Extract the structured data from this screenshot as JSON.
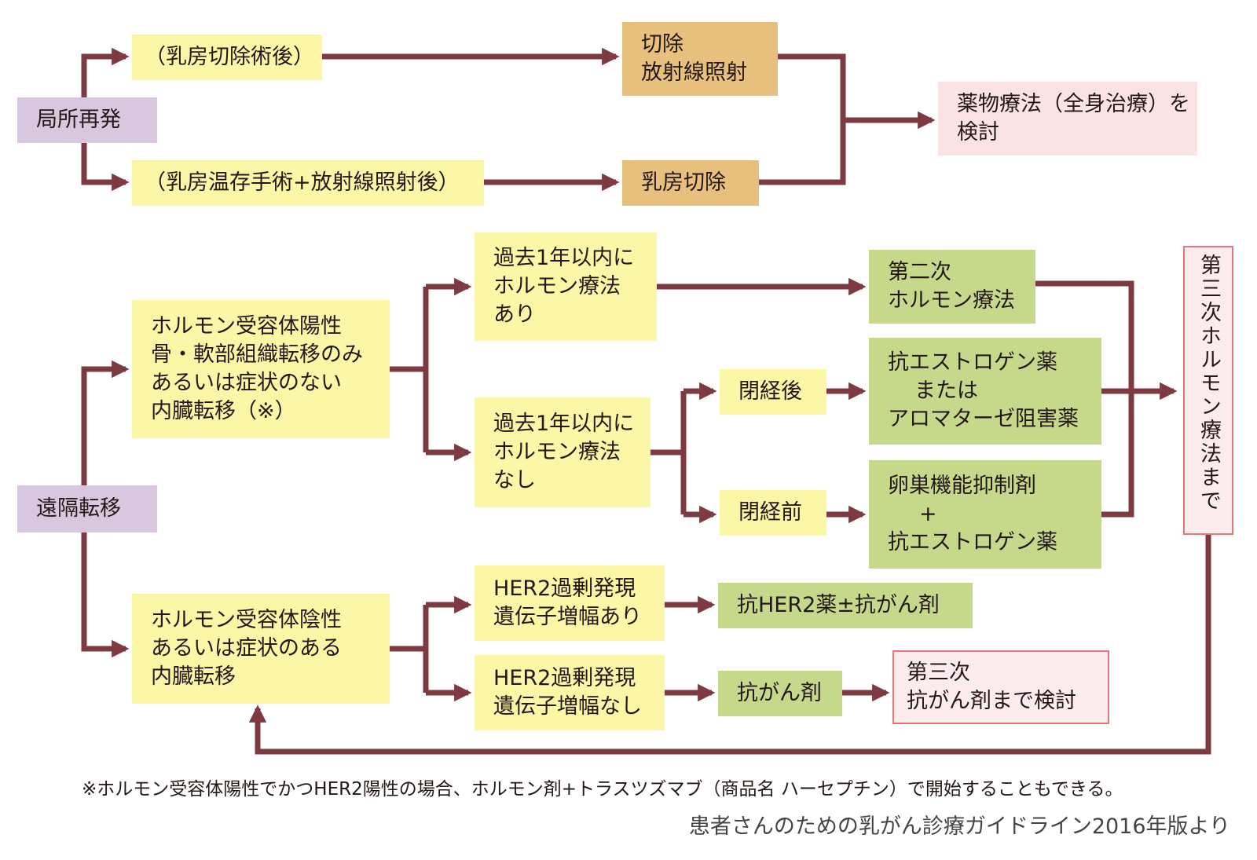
{
  "colors": {
    "connector": "#7d3a40",
    "purple": "#d9c7df",
    "yellow": "#fbf7a6",
    "orange": "#e8c07e",
    "pink": "#fbe2e3",
    "green": "#c6d98a",
    "red_border": "#e3777b"
  },
  "local": {
    "title": "局所再発",
    "after_mastectomy": "（乳房切除術後）",
    "after_conserving": "（乳房温存手術+放射線照射後）",
    "resection_lines": [
      "切除",
      "放射線照射"
    ],
    "mastectomy": "乳房切除",
    "drug_therapy_lines": [
      "薬物療法（全身治療）を",
      "検討"
    ]
  },
  "distant": {
    "title": "遠隔転移",
    "hr_positive_lines": [
      "ホルモン受容体陽性",
      "骨・軟部組織転移のみ",
      "あるいは症状のない",
      "内臓転移（※）"
    ],
    "hr_negative_lines": [
      "ホルモン受容体陰性",
      "あるいは症状のある",
      "内臓転移"
    ],
    "prior_hormone_yes_lines": [
      "過去1年以内に",
      "ホルモン療法",
      "あり"
    ],
    "prior_hormone_no_lines": [
      "過去1年以内に",
      "ホルモン療法",
      "なし"
    ],
    "second_hormone_lines": [
      "第二次",
      "ホルモン療法"
    ],
    "postmenopausal": "閉経後",
    "premenopausal": "閉経前",
    "antiestrogen_lines": [
      "抗エストロゲン薬",
      "または",
      "アロマターゼ阻害薬"
    ],
    "ovarian_lines": [
      "卵巣機能抑制剤",
      "+",
      "抗エストロゲン薬"
    ],
    "third_hormone": "第三次ホルモン療法まで",
    "her2_yes_lines": [
      "HER2過剰発現",
      "遺伝子増幅あり"
    ],
    "her2_no_lines": [
      "HER2過剰発現",
      "遺伝子増幅なし"
    ],
    "anti_her2": "抗HER2薬±抗がん剤",
    "chemo": "抗がん剤",
    "third_chemo_lines": [
      "第三次",
      "抗がん剤まで検討"
    ]
  },
  "footnote": "※ホルモン受容体陽性でかつHER2陽性の場合、ホルモン剤+トラスツズマブ（商品名 ハーセプチン）で開始することもできる。",
  "source": "患者さんのための乳がん診療ガイドライン2016年版より"
}
